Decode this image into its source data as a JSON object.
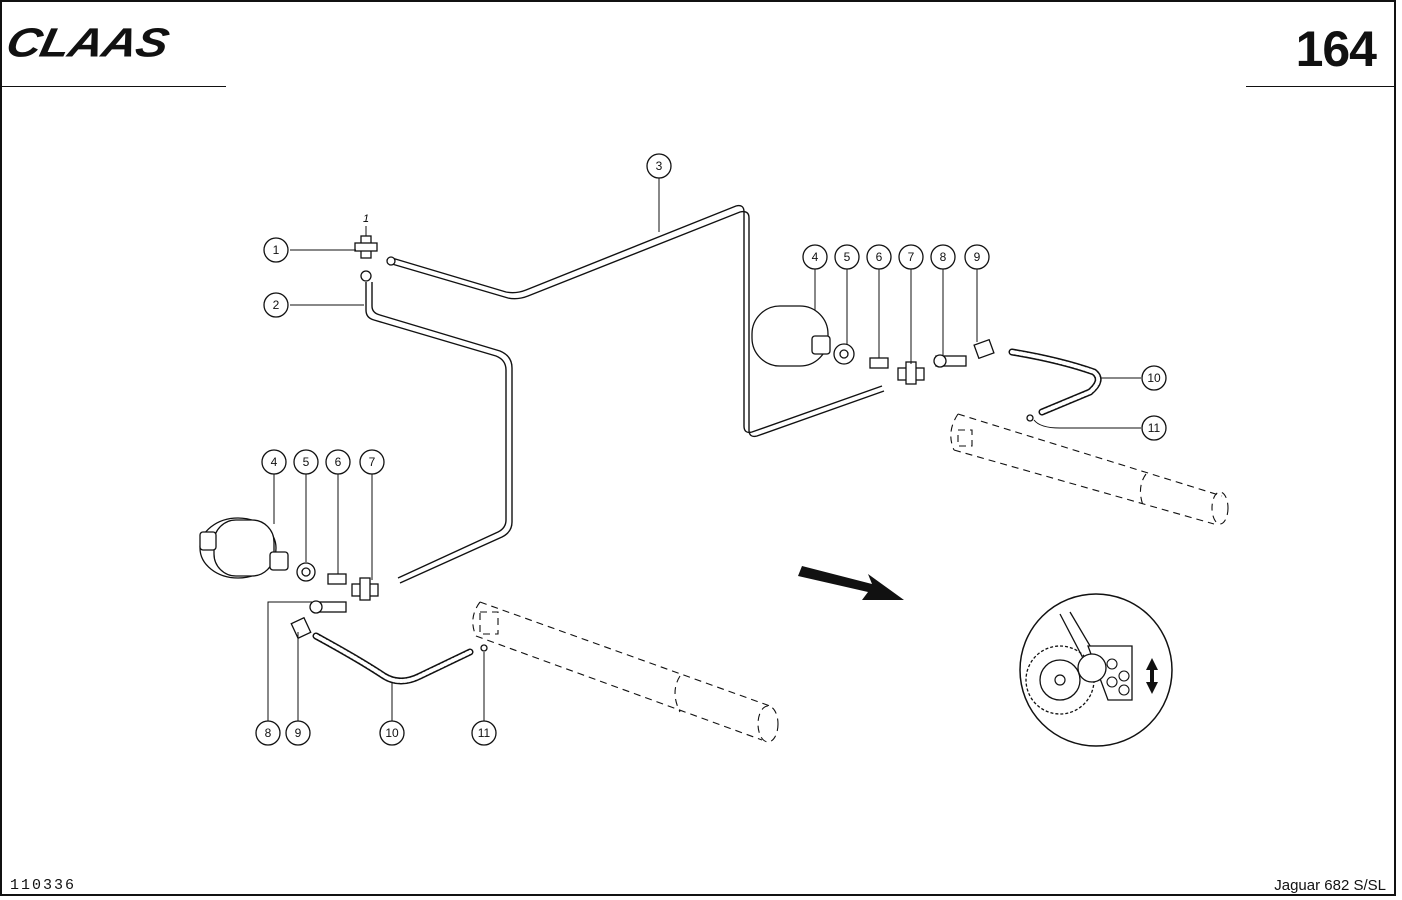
{
  "header": {
    "brand": "CLAAS",
    "page_number": "164"
  },
  "footer": {
    "doc_number": "110336",
    "model": "Jaguar 682 S/SL"
  },
  "diagram": {
    "top_mark": "1",
    "callouts_left": [
      "1",
      "2",
      "4",
      "5",
      "6",
      "7",
      "8",
      "9",
      "10",
      "11"
    ],
    "callouts_right": [
      "3",
      "4",
      "5",
      "6",
      "7",
      "8",
      "9",
      "10",
      "11"
    ]
  }
}
